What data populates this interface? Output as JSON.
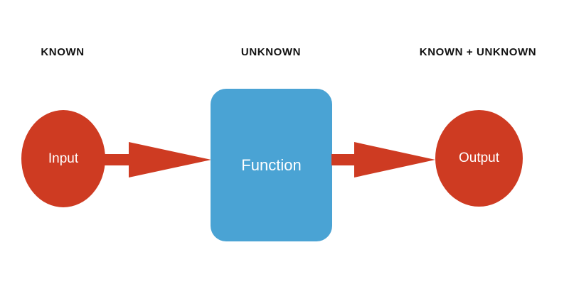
{
  "diagram": {
    "title_labels": [
      {
        "id": "known",
        "text": "KNOWN"
      },
      {
        "id": "unknown",
        "text": "UNKNOWN"
      },
      {
        "id": "known-unknown",
        "text": "KNOWN + UNKNOWN"
      }
    ],
    "nodes": [
      {
        "id": "input",
        "label": "Input",
        "shape": "ellipse",
        "color": "#ce3b22"
      },
      {
        "id": "function",
        "label": "Function",
        "shape": "rounded-rect",
        "color": "#4aa3d4"
      },
      {
        "id": "output",
        "label": "Output",
        "shape": "ellipse",
        "color": "#ce3b22"
      }
    ],
    "connectors": [
      {
        "id": "input-to-function",
        "from": "input",
        "to": "function",
        "style": "block-arrow",
        "color": "#ce3b22"
      },
      {
        "id": "function-to-output",
        "from": "function",
        "to": "output",
        "style": "block-arrow",
        "color": "#ce3b22"
      }
    ],
    "colors": {
      "background": "#ffffff",
      "red": "#ce3b22",
      "blue": "#4aa3d4",
      "label_text": "#111111",
      "node_text": "#ffffff"
    }
  }
}
